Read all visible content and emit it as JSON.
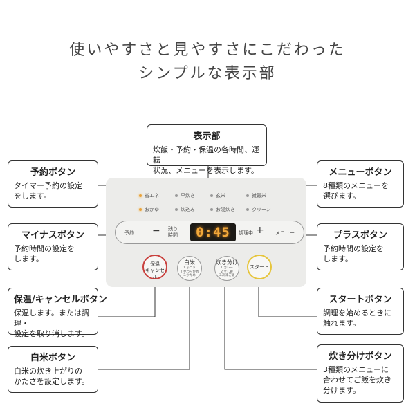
{
  "headline": {
    "line1": "使いやすさと見やすさにこだわった",
    "line2": "シンプルな表示部"
  },
  "callouts": {
    "display": {
      "title": "表示部",
      "desc": "炊飯・予約・保温の各時間、運転\n状況、メニューを表示します。"
    },
    "reserve": {
      "title": "予約ボタン",
      "desc": "タイマー予約の設定\nをします。"
    },
    "menu": {
      "title": "メニューボタン",
      "desc": "8種類のメニューを\n選びます。"
    },
    "minus": {
      "title": "マイナスボタン",
      "desc": "予約時間の設定を\nします。"
    },
    "plus": {
      "title": "プラスボタン",
      "desc": "予約時間の設定を\nします。"
    },
    "keep_cancel": {
      "title": "保温/キャンセルボタン",
      "desc": "保温します。または調理・\n設定を取り消します。"
    },
    "start": {
      "title": "スタートボタン",
      "desc": "調理を始めるときに\n触れます。"
    },
    "white_rice": {
      "title": "白米ボタン",
      "desc": "白米の炊き上がりの\nかたさを設定します。"
    },
    "split_cook": {
      "title": "炊き分けボタン",
      "desc": "3種類のメニューに\n合わせてご飯を炊き\n分けます。"
    }
  },
  "panel": {
    "modes": [
      {
        "label": "省エネ",
        "lit": true
      },
      {
        "label": "早炊き",
        "lit": false
      },
      {
        "label": "玄米",
        "lit": false
      },
      {
        "label": "雑穀米",
        "lit": false
      },
      {
        "label": "おかゆ",
        "lit": true
      },
      {
        "label": "炊込み",
        "lit": false
      },
      {
        "label": "お湯炊き",
        "lit": false
      },
      {
        "label": "クリーン",
        "lit": false
      }
    ],
    "controls": {
      "reserve": "予約",
      "minus": "−",
      "remaining_line1": "残り",
      "remaining_line2": "時間",
      "display_time": "0:45",
      "cooking": "調理中",
      "plus": "+",
      "menu": "メニュー"
    },
    "buttons": {
      "keep_line1": "保温",
      "keep_line2": "キャンセル",
      "rice_title": "白米",
      "rice_options": "1.ふつう\n2.やわらかめ\n3.かため",
      "split_title": "炊き分け",
      "split_options": "1.カレー\n2.すし飯\n3.冷凍ご飯",
      "start": "スタート"
    }
  },
  "colors": {
    "display_text": "#f2a83a",
    "keep_ring": "#c9413e",
    "start_ring": "#e6c53c",
    "lit_dot": "#e9a23b"
  }
}
